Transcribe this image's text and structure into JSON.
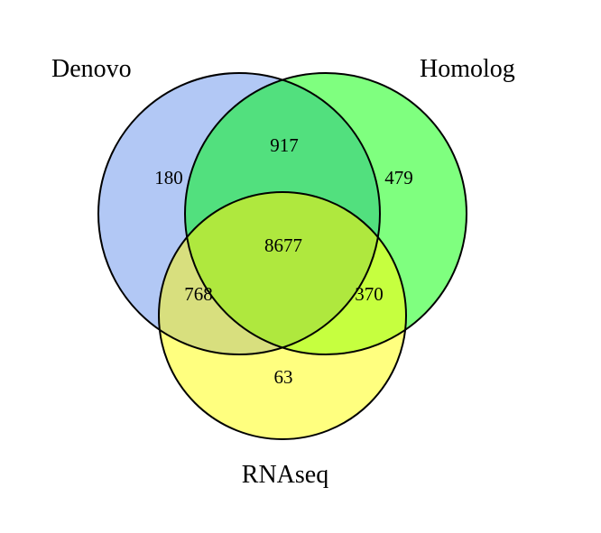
{
  "diagram": {
    "type": "venn3",
    "sets": {
      "A": {
        "label": "Denovo",
        "color": "#b2c8f5"
      },
      "B": {
        "label": "Homolog",
        "color": "#7fff7f"
      },
      "C": {
        "label": "RNAseq",
        "color": "#ffff7f"
      }
    },
    "regions": {
      "A_only": 180,
      "B_only": 479,
      "C_only": 63,
      "AB_only": 917,
      "AC_only": 768,
      "BC_only": 370,
      "ABC": 8677
    },
    "region_colors": {
      "A_only": "#b2c8f5",
      "B_only": "#7fff7f",
      "C_only": "#ffff7f",
      "AB_only": "#52e07e",
      "AC_only": "#d8df7e",
      "BC_only": "#c6ff3f",
      "ABC": "#afe83e"
    },
    "outline_color": "#000000"
  }
}
